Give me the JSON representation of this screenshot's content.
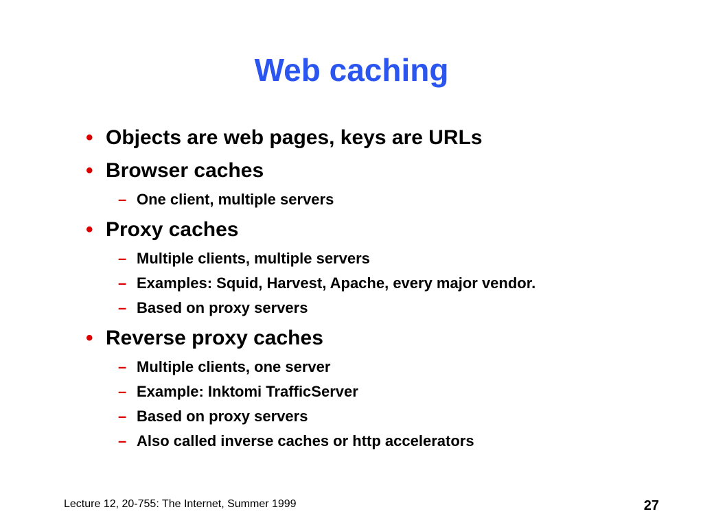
{
  "slide": {
    "title": "Web caching",
    "bullet_marker": "•",
    "sub_marker": "–",
    "bullets": [
      {
        "text": "Objects are web pages, keys are URLs",
        "subs": []
      },
      {
        "text": "Browser caches",
        "subs": [
          "One client, multiple servers"
        ]
      },
      {
        "text": "Proxy caches",
        "subs": [
          "Multiple clients, multiple servers",
          "Examples: Squid, Harvest, Apache, every major vendor.",
          "Based on proxy servers"
        ]
      },
      {
        "text": "Reverse proxy caches",
        "subs": [
          "Multiple clients, one server",
          "Example: Inktomi TrafficServer",
          "Based on proxy servers",
          "Also called inverse caches or http accelerators"
        ]
      }
    ],
    "footer": "Lecture 12, 20-755: The Internet, Summer 1999",
    "page_number": "27"
  },
  "colors": {
    "title": "#2a55ee",
    "marker": "#dd0000",
    "text": "#000000",
    "background": "#ffffff"
  }
}
